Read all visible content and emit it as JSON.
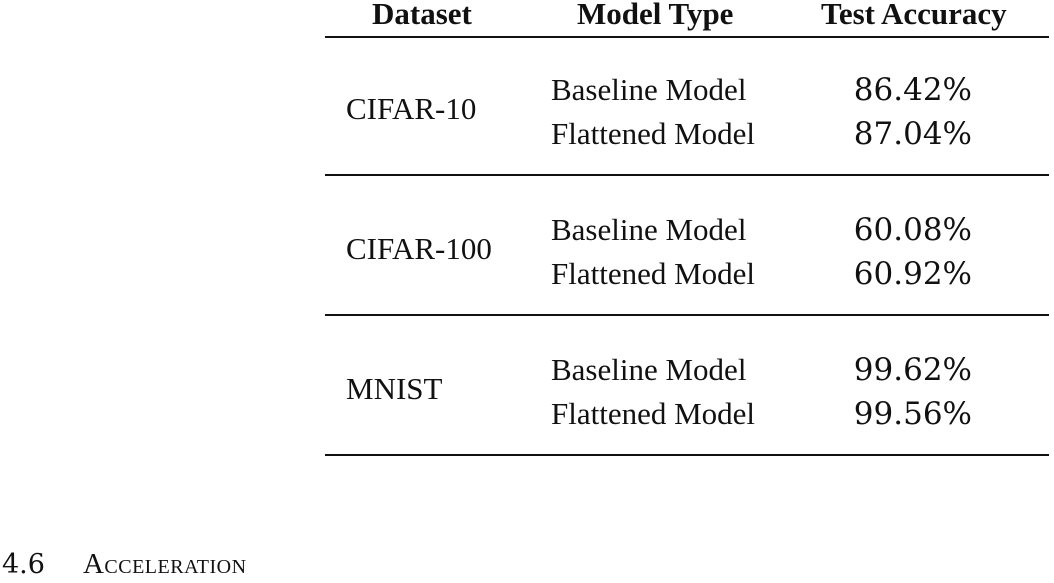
{
  "table": {
    "headers": {
      "dataset": "Dataset",
      "model_type": "Model Type",
      "test_accuracy": "Test Accuracy"
    },
    "groups": [
      {
        "dataset": "CIFAR-10",
        "rows": [
          {
            "model": "Baseline Model",
            "accuracy": "86.42%"
          },
          {
            "model": "Flattened Model",
            "accuracy": "87.04%"
          }
        ]
      },
      {
        "dataset": "CIFAR-100",
        "rows": [
          {
            "model": "Baseline Model",
            "accuracy": "60.08%"
          },
          {
            "model": "Flattened Model",
            "accuracy": "60.92%"
          }
        ]
      },
      {
        "dataset": "MNIST",
        "rows": [
          {
            "model": "Baseline Model",
            "accuracy": "99.62%"
          },
          {
            "model": "Flattened Model",
            "accuracy": "99.56%"
          }
        ]
      }
    ]
  },
  "section": {
    "number": "4.6",
    "title": "Acceleration"
  }
}
